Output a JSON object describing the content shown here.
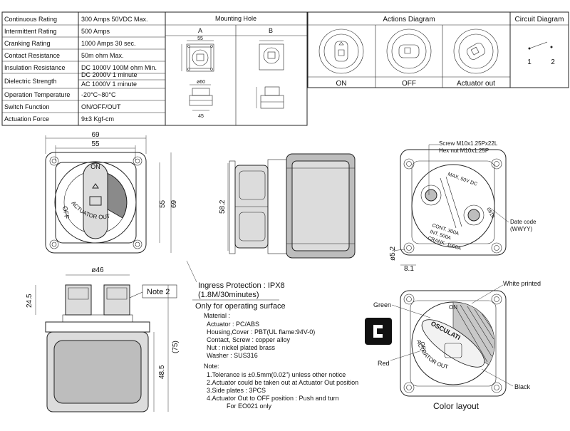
{
  "specs": [
    {
      "label": "Continuous Rating",
      "value": "300 Amps  50VDC Max."
    },
    {
      "label": "Intermittent Rating",
      "value": "500 Amps"
    },
    {
      "label": "Cranking Rating",
      "value": "1000 Amps 30 sec."
    },
    {
      "label": "Contact Resistance",
      "value": "50m ohm Max."
    },
    {
      "label": "Insulation Resistance",
      "value": "DC 1000V 100M ohm Min."
    },
    {
      "label": "Dielectric Strength",
      "value": "DC 2000V 1 minute",
      "value2": "AC 1000V 1 minute"
    },
    {
      "label": "Operation Temperature",
      "value": "-20°C~80°C"
    },
    {
      "label": "Switch Function",
      "value": "ON/OFF/OUT"
    },
    {
      "label": "Actuation Force",
      "value": "9±3 Kgf-cm"
    }
  ],
  "mounting_hole": {
    "title": "Mounting Hole",
    "col_a": "A",
    "col_b": "B",
    "dim_55": "55",
    "dim_60": "ø60",
    "dim_45": "45"
  },
  "actions": {
    "title": "Actions Diagram",
    "states": [
      "ON",
      "OFF",
      "Actuator out"
    ]
  },
  "circuit": {
    "title": "Circuit Diagram",
    "pin1": "1",
    "pin2": "2"
  },
  "front_view": {
    "dim_69": "69",
    "dim_55": "55",
    "dim_55v": "55",
    "dim_69v": "69",
    "on": "ON",
    "off": "OFF",
    "actuator_out": "ACTUATOR OUT"
  },
  "side_view": {
    "dim_58_2": "58.2"
  },
  "lower_view": {
    "dim_46": "ø46",
    "note2": "Note 2",
    "dim_24_5": "24.5",
    "dim_48_5": "48.5",
    "dim_75": "(75)"
  },
  "back_view": {
    "screw": "Screw M10x1.25Px22L",
    "hex": "Hex nut M10x1.25P",
    "max": "MAX. 50V DC",
    "cont": "CONT. 300A",
    "int": "INT. 500A",
    "crank": "CRANK. 1000A",
    "date_num": "0819",
    "date_code": "Date code",
    "date_fmt": "(WWYY)",
    "dim_5_2": "ø5.2",
    "dim_8_1": "8.1"
  },
  "ingress": {
    "line1": "Ingress Protection : IPX8",
    "line2": "(1.8M/30minutes)",
    "line3": "Only for operating surface"
  },
  "material": {
    "title": "Material :",
    "items": [
      "Actuator : PC/ABS",
      "Housing,Cover : PBT(UL flame:94V-0)",
      "Contact, Screw : copper alloy",
      "Nut : nickel plated brass",
      "Washer : SUS316"
    ]
  },
  "notes": {
    "title": "Note:",
    "items": [
      "1.Tolerance is ±0.5mm(0.02\") unless other notice",
      "2.Actuator could be taken out at Actuator Out position",
      "3.Side plates : 3PCS",
      "4.Actuator Out to OFF position : Push and turn",
      "For EO021 only"
    ]
  },
  "color_layout": {
    "title": "Color layout",
    "white": "White printed",
    "green": "Green",
    "red": "Red",
    "black": "Black",
    "on": "ON",
    "off": "OFF",
    "brand": "OSCULATI",
    "actuator_out": "ACTUATOR OUT"
  }
}
